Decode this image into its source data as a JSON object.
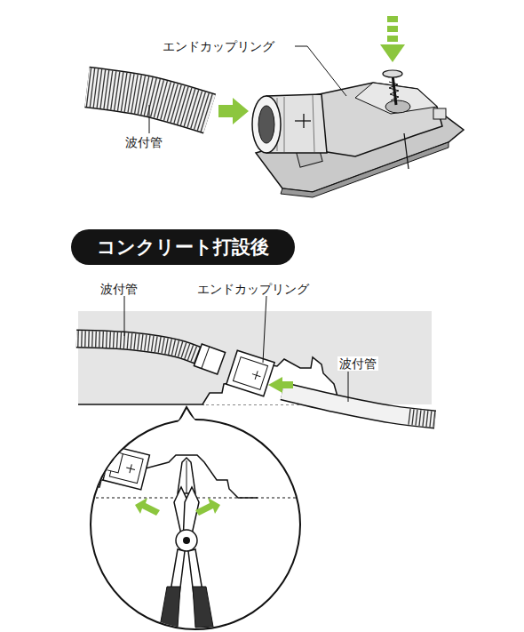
{
  "diagram": {
    "nodes": [
      {
        "text": [
          "コンクリート打設後"
        ]
      }
    ],
    "labels": [
      "エンドカップリング",
      "波付管",
      "波付管",
      "エンドカップリング",
      "波付管"
    ]
  }
}
